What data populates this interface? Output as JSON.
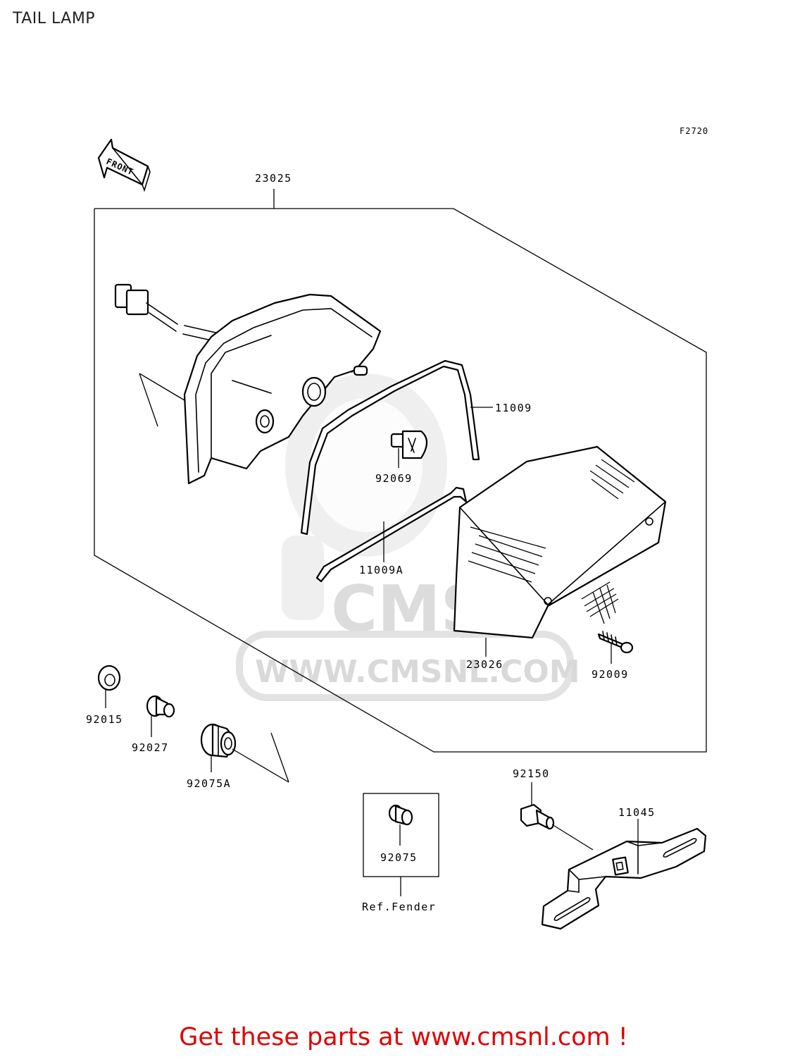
{
  "title": "TAIL LAMP",
  "figure_code": "F2720",
  "front_label": "FRONT",
  "parts": {
    "p23025": "23025",
    "p11009": "11009",
    "p92069": "92069",
    "p11009A": "11009A",
    "p23026": "23026",
    "p92009": "92009",
    "p92015": "92015",
    "p92027": "92027",
    "p92075A": "92075A",
    "p92075": "92075",
    "p92150": "92150",
    "p11045": "11045"
  },
  "ref_fender": "Ref.Fender",
  "watermark": {
    "brand": "CMS",
    "url": "WWW.CMSNL.COM"
  },
  "footer": "Get these parts at www.cmsnl.com !"
}
